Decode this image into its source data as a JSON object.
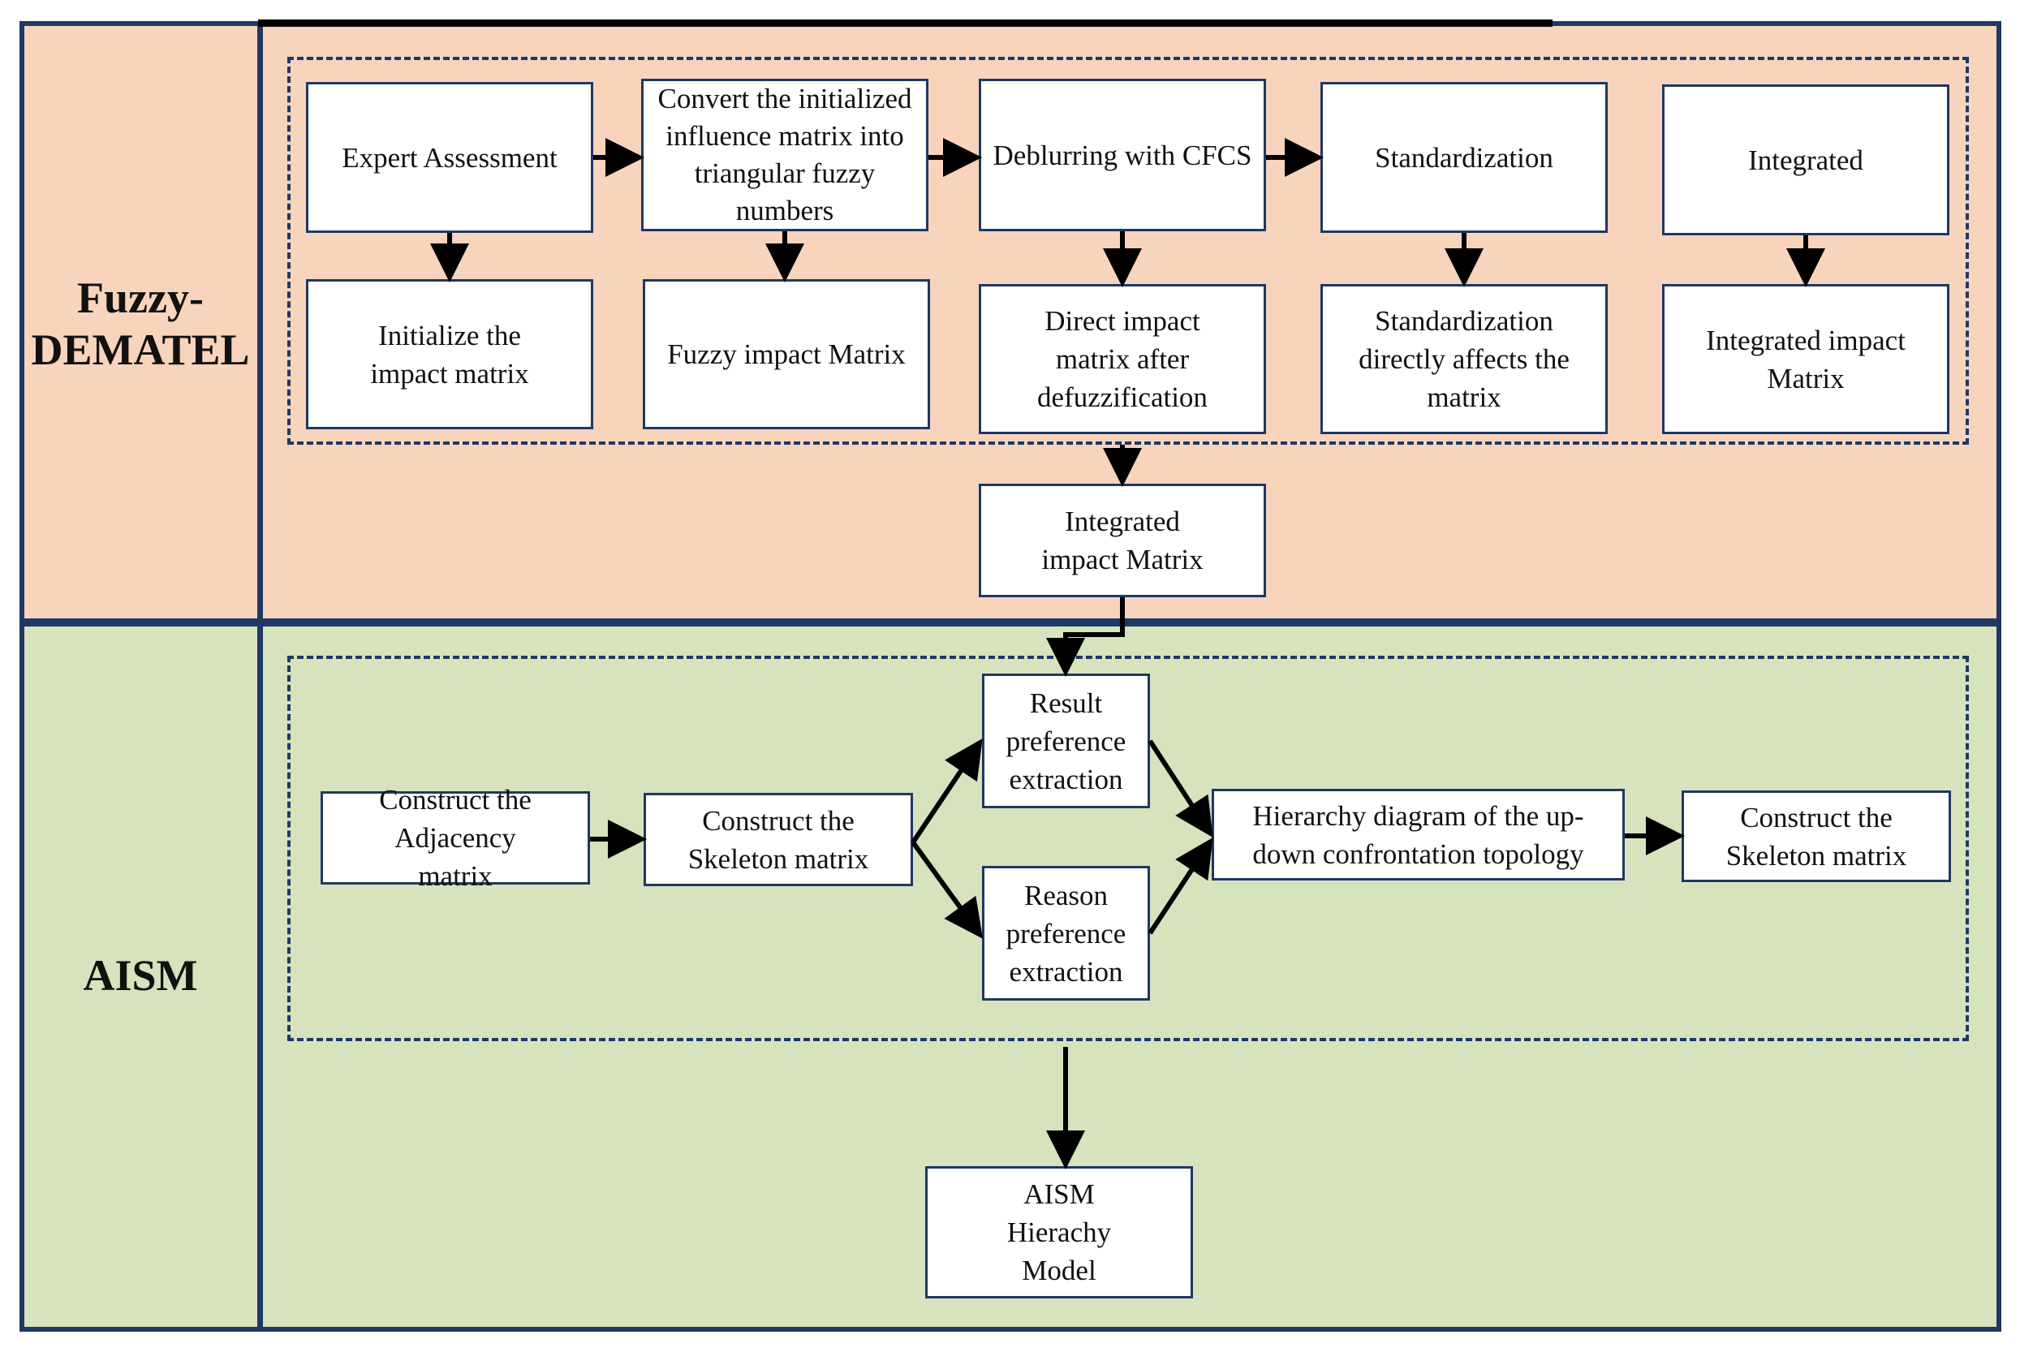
{
  "sections": {
    "fuzzy_dematel": "Fuzzy-\nDEMATEL",
    "aism": "AISM"
  },
  "dematel": {
    "top_row": [
      "Expert Assessment",
      "Convert the initialized influence matrix into triangular fuzzy numbers",
      "Deblurring with CFCS",
      "Standardization",
      "Integrated"
    ],
    "bottom_row": [
      "Initialize the impact matrix",
      "Fuzzy impact Matrix",
      "Direct impact matrix after defuzzification",
      "Standardization directly affects the matrix",
      "Integrated impact Matrix"
    ],
    "output": "Integrated impact Matrix"
  },
  "aism": {
    "adjacency": "Construct the Adjacency matrix",
    "skeleton": "Construct the Skeleton matrix",
    "result_pref": "Result preference extraction",
    "reason_pref": "Reason preference extraction",
    "hierarchy": "Hierarchy diagram of the up-down confrontation topology",
    "skeleton_final": "Construct the Skeleton matrix",
    "model": "AISM Hierachy Model"
  },
  "colors": {
    "dematel_bg": "#f8d4bd",
    "aism_bg": "#d6e3bd",
    "border": "#1f3864"
  }
}
